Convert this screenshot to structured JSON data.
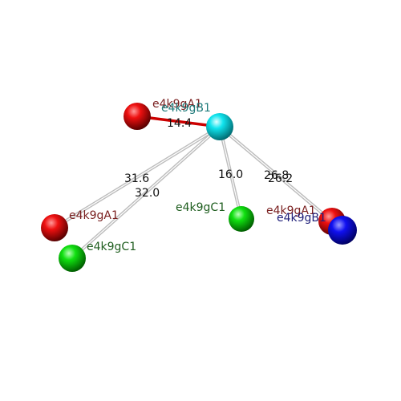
{
  "colors": {
    "background": "#ffffff",
    "red_atom": "#e00000",
    "cyan_atom": "#00e0e8",
    "green_atom": "#00dd00",
    "blue_atom": "#0000ee",
    "label_red": "#7a2020",
    "label_cyan": "#1f7a7a",
    "label_green": "#1f5e1f",
    "label_blue": "#20207a",
    "bond_grey": "#bdbdbd",
    "bond_red": "#cc0000"
  },
  "atoms": [
    {
      "id": "center",
      "label": "e4k9gB1",
      "color": "cyan"
    },
    {
      "id": "red_top",
      "label": "e4k9gA1",
      "color": "red"
    },
    {
      "id": "red_left",
      "label": "e4k9gA1",
      "color": "red"
    },
    {
      "id": "green_left",
      "label": "e4k9gC1",
      "color": "green"
    },
    {
      "id": "green_mid",
      "label": "e4k9gC1",
      "color": "green"
    },
    {
      "id": "red_right",
      "label": "e4k9gA1",
      "color": "red"
    },
    {
      "id": "blue_right",
      "label": "e4k9gB1",
      "color": "blue"
    }
  ],
  "distances": [
    {
      "from": "center",
      "to": "red_top",
      "value": "14.4"
    },
    {
      "from": "center",
      "to": "red_left",
      "value": "31.6"
    },
    {
      "from": "center",
      "to": "green_left",
      "value": "32.0"
    },
    {
      "from": "center",
      "to": "green_mid",
      "value": "16.0"
    },
    {
      "from": "center",
      "to": "red_right",
      "value": "26.8"
    },
    {
      "from": "center",
      "to": "blue_right",
      "value": "26.2"
    }
  ]
}
